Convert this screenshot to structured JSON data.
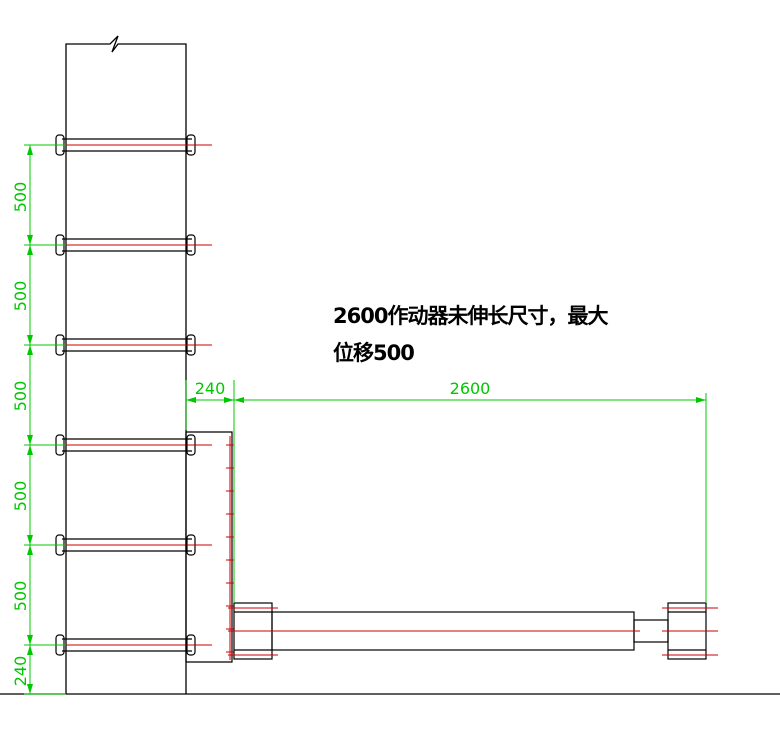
{
  "annotation": {
    "line1": "2600作动器未伸长尺寸，最大",
    "line2": "位移500"
  },
  "dimensions": {
    "vertical": [
      "500",
      "500",
      "500",
      "500",
      "500",
      "240"
    ],
    "horizontal_short": "240",
    "horizontal_long": "2600"
  },
  "colors": {
    "outline": "#000000",
    "dimension": "#00c800",
    "centerline": "#cc0000"
  }
}
